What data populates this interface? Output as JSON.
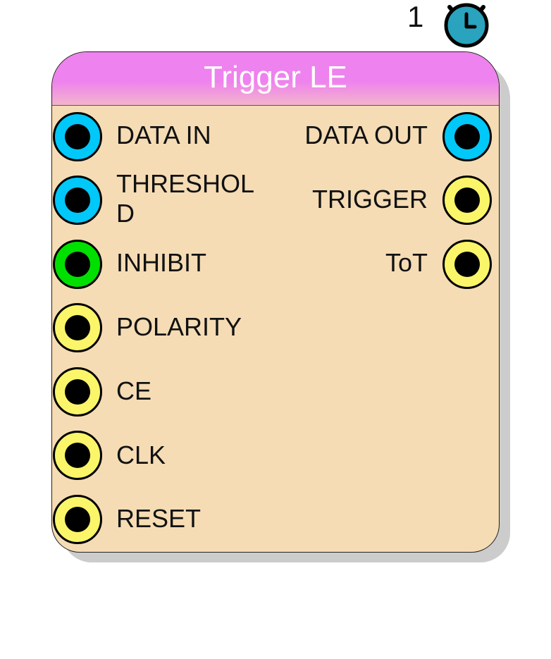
{
  "counter": {
    "value": "1",
    "icon": "stopwatch-icon",
    "color": "#2aa3be"
  },
  "block": {
    "title": "Trigger LE",
    "body_color": "#f5dcb4",
    "header_color": "#ee82ee"
  },
  "inputs": [
    {
      "label": "DATA IN",
      "color": "blue"
    },
    {
      "label": "THRESHOLD",
      "color": "blue"
    },
    {
      "label": "INHIBIT",
      "color": "green"
    },
    {
      "label": "POLARITY",
      "color": "yellow"
    },
    {
      "label": "CE",
      "color": "yellow"
    },
    {
      "label": "CLK",
      "color": "yellow"
    },
    {
      "label": "RESET",
      "color": "yellow"
    }
  ],
  "outputs": [
    {
      "label": "DATA OUT",
      "color": "blue"
    },
    {
      "label": "TRIGGER",
      "color": "yellow"
    },
    {
      "label": "ToT",
      "color": "yellow"
    }
  ]
}
